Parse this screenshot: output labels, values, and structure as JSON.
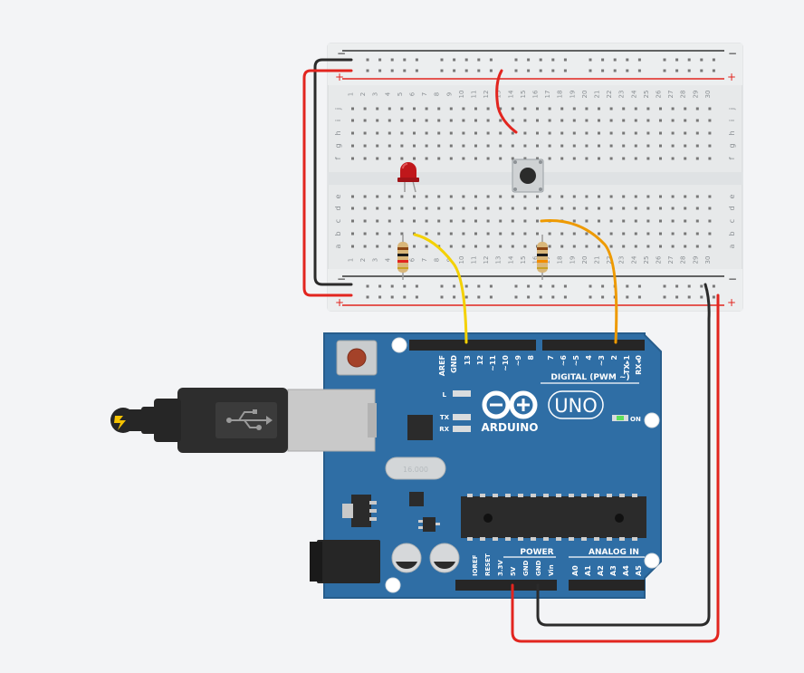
{
  "breadboard": {
    "rail_minus": "−",
    "rail_plus": "+",
    "column_count": 30,
    "row_letters_top": [
      "j",
      "i",
      "h",
      "g",
      "f"
    ],
    "row_letters_bottom": [
      "e",
      "d",
      "c",
      "b",
      "a"
    ]
  },
  "arduino": {
    "brand": "ARDUINO",
    "model": "UNO",
    "digital_title": "DIGITAL (PWM ~)",
    "digital_pins": [
      "AREF",
      "GND",
      "13",
      "12",
      "~11",
      "~10",
      "~9",
      "8",
      "7",
      "~6",
      "~5",
      "4",
      "~3",
      "2",
      "TX▸1",
      "RX◂0"
    ],
    "led_l": "L",
    "led_tx": "TX",
    "led_rx": "RX",
    "on_label": "ON",
    "crystal": "16.000",
    "power_title": "POWER",
    "power_pins": [
      "IOREF",
      "RESET",
      "3.3V",
      "5V",
      "GND",
      "GND",
      "Vin"
    ],
    "analog_title": "ANALOG IN",
    "analog_pins": [
      "A0",
      "A1",
      "A2",
      "A3",
      "A4",
      "A5"
    ]
  },
  "colors": {
    "board_blue": "#2f6ea5",
    "board_edge": "#275d8c",
    "breadboard": "#e9ebec",
    "wire_red": "#e2251f",
    "wire_black": "#2b2b2b",
    "wire_yellow": "#f4d100",
    "wire_orange": "#ee9a00",
    "led_red": "#c0171b"
  }
}
